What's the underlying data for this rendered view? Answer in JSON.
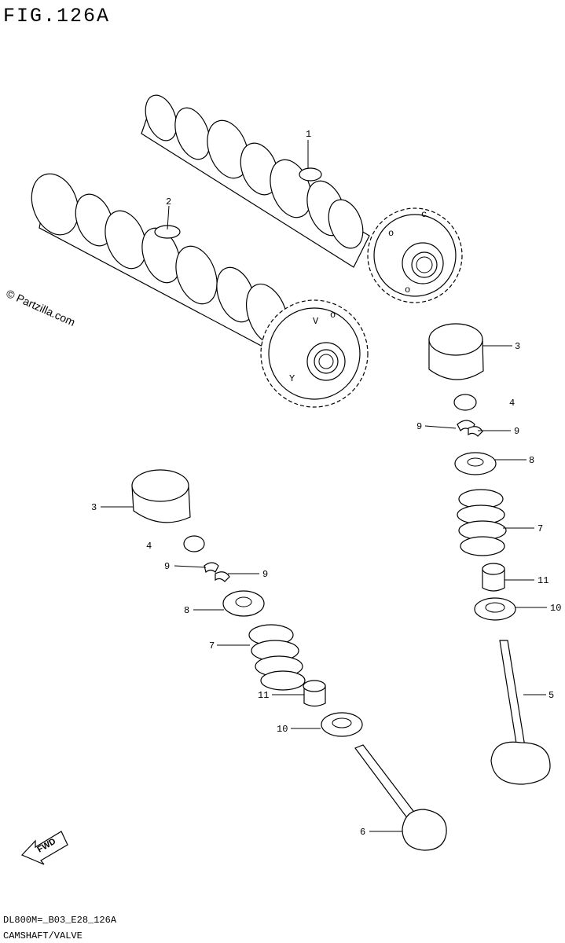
{
  "figure": {
    "title": "FIG.126A",
    "watermark": "© Partzilla.com",
    "footer_code": "DL800M=_B03_E28_126A",
    "footer_name": "CAMSHAFT/VALVE",
    "fwd_label": "FWD"
  },
  "callouts": [
    {
      "id": "c1",
      "number": "1"
    },
    {
      "id": "c2",
      "number": "2"
    },
    {
      "id": "c3r",
      "number": "3"
    },
    {
      "id": "c4r",
      "number": "4"
    },
    {
      "id": "c9ra",
      "number": "9"
    },
    {
      "id": "c9rb",
      "number": "9"
    },
    {
      "id": "c8r",
      "number": "8"
    },
    {
      "id": "c7r",
      "number": "7"
    },
    {
      "id": "c11r",
      "number": "11"
    },
    {
      "id": "c10r",
      "number": "10"
    },
    {
      "id": "c5",
      "number": "5"
    },
    {
      "id": "c3l",
      "number": "3"
    },
    {
      "id": "c4l",
      "number": "4"
    },
    {
      "id": "c9la",
      "number": "9"
    },
    {
      "id": "c9lb",
      "number": "9"
    },
    {
      "id": "c8l",
      "number": "8"
    },
    {
      "id": "c7l",
      "number": "7"
    },
    {
      "id": "c11l",
      "number": "11"
    },
    {
      "id": "c10l",
      "number": "10"
    },
    {
      "id": "c6",
      "number": "6"
    }
  ]
}
